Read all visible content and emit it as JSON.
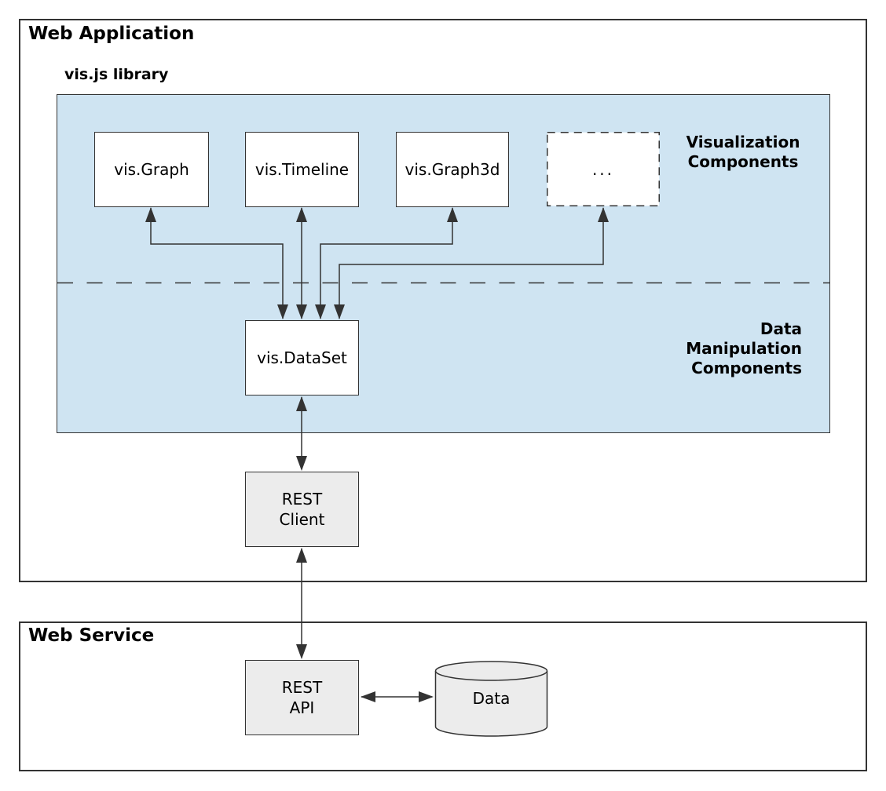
{
  "app": {
    "title": "Web Application"
  },
  "library": {
    "title": "vis.js library"
  },
  "service": {
    "title": "Web Service"
  },
  "section_labels": {
    "visualization": {
      "line1": "Visualization",
      "line2": "Components"
    },
    "manipulation": {
      "line1": "Data",
      "line2": "Manipulation",
      "line3": "Components"
    }
  },
  "nodes": {
    "graph": {
      "label": "vis.Graph"
    },
    "timeline": {
      "label": "vis.Timeline"
    },
    "graph3d": {
      "label": "vis.Graph3d"
    },
    "more": {
      "label": "..."
    },
    "dataset": {
      "label": "vis.DataSet"
    },
    "rest_client": {
      "line1": "REST",
      "line2": "Client"
    },
    "rest_api": {
      "line1": "REST",
      "line2": "API"
    },
    "data_store": {
      "label": "Data"
    }
  },
  "colors": {
    "panel_blue": "#cfe4f2",
    "node_gray": "#ececec",
    "node_white": "#ffffff",
    "line": "#333333",
    "text": "#000000"
  }
}
